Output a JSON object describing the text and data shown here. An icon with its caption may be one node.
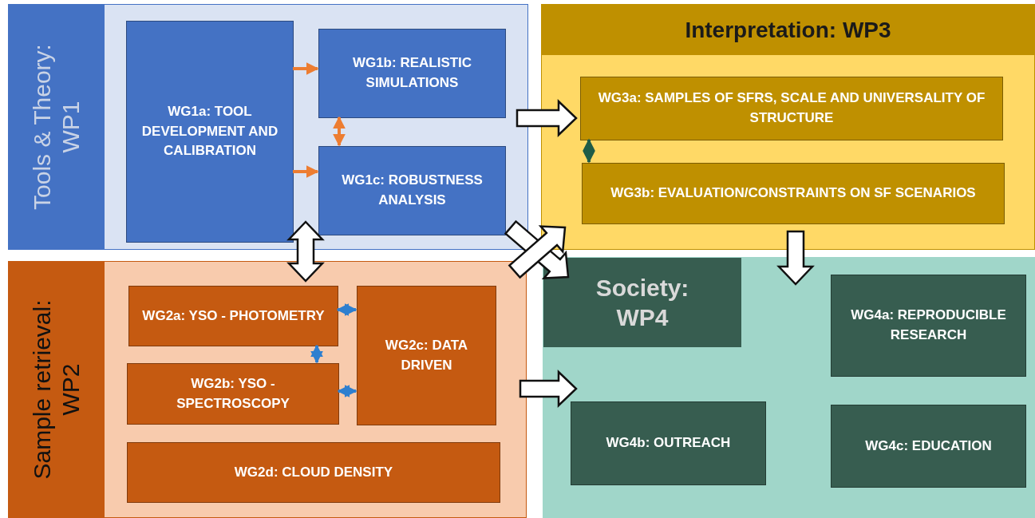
{
  "diagram": {
    "nodes": [
      {
        "text": [
          "Tools & Theory: WP1"
        ]
      },
      {
        "text": [
          "WG1a: TOOL DEVELOPMENT AND CALIBRATION"
        ],
        "in": 0
      },
      {
        "text": [
          "WG1b: REALISTIC SIMULATIONS"
        ],
        "in": 0
      },
      {
        "text": [
          "WG1c: ROBUSTNESS ANALYSIS"
        ],
        "in": 0
      },
      {
        "text": [
          "Interpretation: WP3"
        ]
      },
      {
        "text": [
          "WG3a: SAMPLES OF SFRS, SCALE AND UNIVERSALITY OF STRUCTURE"
        ],
        "in": 4
      },
      {
        "text": [
          "WG3b: EVALUATION/CONSTRAINTS ON SF SCENARIOS"
        ],
        "in": 4
      },
      {
        "text": [
          "Sample retrieval: WP2"
        ]
      },
      {
        "text": [
          "WG2a: YSO - PHOTOMETRY"
        ],
        "in": 7
      },
      {
        "text": [
          "WG2b: YSO - SPECTROSCOPY"
        ],
        "in": 7
      },
      {
        "text": [
          "WG2c: DATA DRIVEN"
        ],
        "in": 7
      },
      {
        "text": [
          "WG2d: CLOUD DENSITY"
        ],
        "in": 7
      },
      {
        "text": [
          "Society: WP4"
        ]
      },
      {
        "text": [
          "WG4a: REPRODUCIBLE RESEARCH"
        ],
        "in": 12
      },
      {
        "text": [
          "WG4b: OUTREACH"
        ],
        "in": 12
      },
      {
        "text": [
          "WG4c: EDUCATION"
        ],
        "in": 12
      }
    ],
    "edges": [
      {
        "from": 1,
        "to": 2,
        "arrow": "to",
        "color": "#ed7d31"
      },
      {
        "from": 1,
        "to": 3,
        "arrow": "to",
        "color": "#ed7d31"
      },
      {
        "from": 2,
        "to": 3,
        "arrow": "both",
        "color": "#ed7d31"
      },
      {
        "from": 0,
        "to": 4,
        "arrow": "to",
        "style": "thick"
      },
      {
        "from": 0,
        "to": 7,
        "arrow": "both",
        "style": "thick"
      },
      {
        "from": 0,
        "to": 12,
        "arrow": "to",
        "style": "thick"
      },
      {
        "from": 7,
        "to": 4,
        "arrow": "to",
        "style": "thick"
      },
      {
        "from": 5,
        "to": 6,
        "arrow": "both",
        "color": "#1f5c47"
      },
      {
        "from": 4,
        "to": 12,
        "arrow": "to",
        "style": "thick"
      },
      {
        "from": 8,
        "to": 10,
        "arrow": "both",
        "color": "#2e7fcf"
      },
      {
        "from": 9,
        "to": 10,
        "arrow": "both",
        "color": "#2e7fcf"
      },
      {
        "from": 8,
        "to": 9,
        "arrow": "both",
        "color": "#2e7fcf"
      },
      {
        "from": 7,
        "to": 12,
        "arrow": "to",
        "style": "thick"
      }
    ]
  }
}
